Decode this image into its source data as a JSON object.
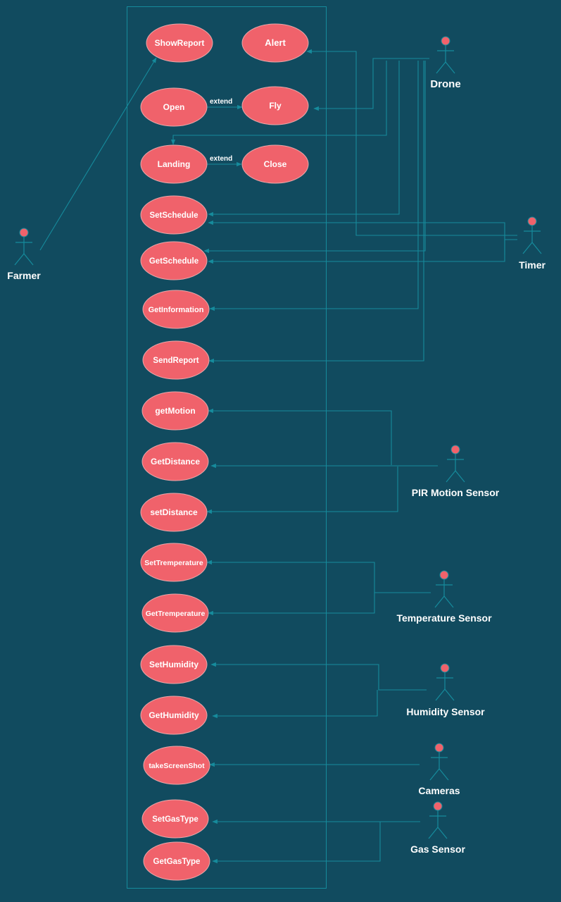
{
  "colors": {
    "background": "#114b5f",
    "use_case_fill": "#f0626b",
    "connector": "#168b9c",
    "text": "#ffffff"
  },
  "actors": [
    {
      "id": "drone",
      "label": "Drone"
    },
    {
      "id": "farmer",
      "label": "Farmer"
    },
    {
      "id": "timer",
      "label": "Timer"
    },
    {
      "id": "pir",
      "label": "PIR Motion Sensor"
    },
    {
      "id": "temp",
      "label": "Temperature Sensor"
    },
    {
      "id": "humidity",
      "label": "Humidity Sensor"
    },
    {
      "id": "cameras",
      "label": "Cameras"
    },
    {
      "id": "gas",
      "label": "Gas Sensor"
    }
  ],
  "use_cases": [
    {
      "id": "showreport",
      "label": "ShowReport"
    },
    {
      "id": "alert",
      "label": "Alert"
    },
    {
      "id": "open",
      "label": "Open"
    },
    {
      "id": "fly",
      "label": "Fly"
    },
    {
      "id": "landing",
      "label": "Landing"
    },
    {
      "id": "close",
      "label": "Close"
    },
    {
      "id": "setschedule",
      "label": "SetSchedule"
    },
    {
      "id": "getschedule",
      "label": "GetSchedule"
    },
    {
      "id": "getinformation",
      "label": "GetInformation"
    },
    {
      "id": "sendreport",
      "label": "SendReport"
    },
    {
      "id": "getmotion",
      "label": "getMotion"
    },
    {
      "id": "getdistance",
      "label": "GetDistance"
    },
    {
      "id": "setdistance",
      "label": "setDistance"
    },
    {
      "id": "settemperature",
      "label": "SetTremperature"
    },
    {
      "id": "gettemperature",
      "label": "GetTremperature"
    },
    {
      "id": "sethumidity",
      "label": "SetHumidity"
    },
    {
      "id": "gethumidity",
      "label": "GetHumidity"
    },
    {
      "id": "takescreenshot",
      "label": "takeScreenShot"
    },
    {
      "id": "setgastype",
      "label": "SetGasType"
    },
    {
      "id": "getgastype",
      "label": "GetGasType"
    }
  ],
  "relations": [
    {
      "from": "open",
      "to": "fly",
      "label": "extend"
    },
    {
      "from": "landing",
      "to": "close",
      "label": "extend"
    }
  ]
}
